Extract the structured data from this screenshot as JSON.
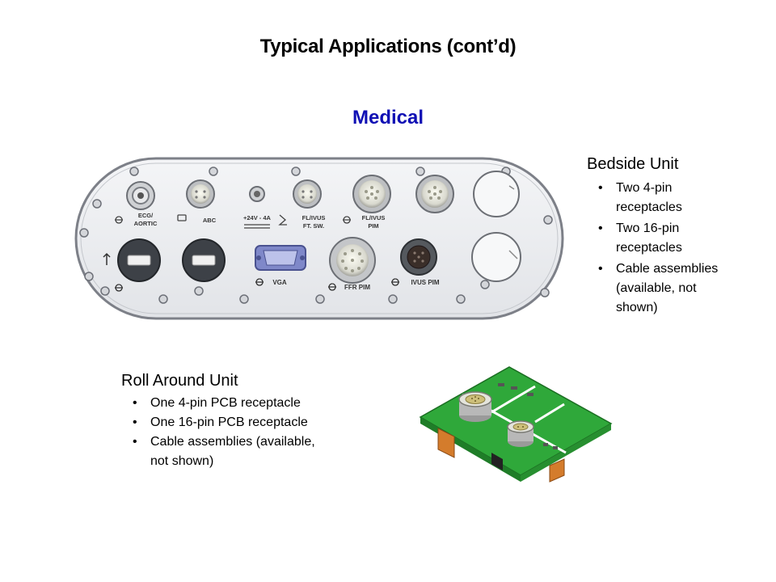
{
  "title": "Typical Applications (cont’d)",
  "section": "Medical",
  "bedside": {
    "title": "Bedside Unit",
    "bullets": [
      "Two 4-pin receptacles",
      "Two 16-pin receptacles",
      "Cable assemblies (available, not shown)"
    ]
  },
  "rollaround": {
    "title": "Roll Around Unit",
    "bullets": [
      "One 4-pin PCB receptacle",
      "One 16-pin PCB receptacle",
      "Cable assemblies (available, not shown)"
    ]
  },
  "panel_labels": {
    "ecg": "ECG/",
    "aortic": "AORTIC",
    "abc": "ABC",
    "power": "+24V - 4A",
    "fl_ivus": "FL/IVUS",
    "ft_sw": "FT. SW.",
    "fl_ivus_pim": "FL/IVUS",
    "pim": "PIM",
    "vga": "VGA",
    "ffr_pim": "FFR PIM",
    "ivus_pim": "IVUS PIM"
  }
}
